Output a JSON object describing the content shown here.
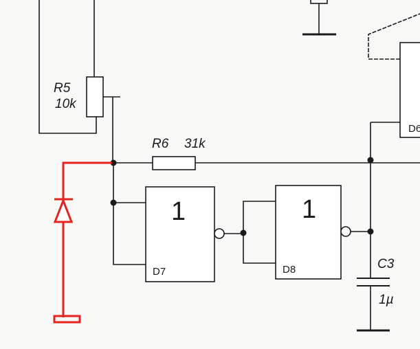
{
  "components": {
    "r5": {
      "name": "R5",
      "value": "10k"
    },
    "r6": {
      "name": "R6",
      "value": "31k"
    },
    "d7": {
      "name": "D7",
      "symbol": "1"
    },
    "d8": {
      "name": "D8",
      "symbol": "1"
    },
    "d6": {
      "name": "D6"
    },
    "c3": {
      "name": "C3",
      "value": "1µ"
    }
  },
  "colors": {
    "wire": "#1a1a1a",
    "highlight": "#e8231f"
  }
}
